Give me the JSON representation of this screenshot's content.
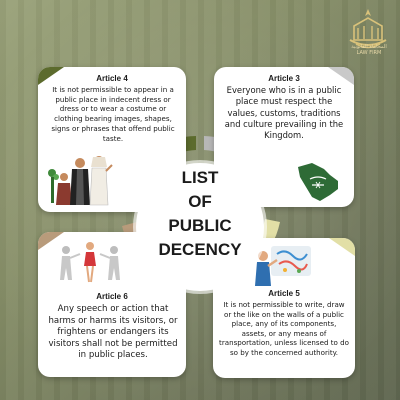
{
  "logo": {
    "name": "logo-icon",
    "arabic_text": "المحاماة القانونية",
    "latin_text": "LAW FIRM"
  },
  "center": {
    "title_lines": [
      "LIST",
      "OF",
      "PUBLIC",
      "DECENCY"
    ]
  },
  "articles": {
    "a4": {
      "title": "Article 4",
      "text": "It is not permissible to appear in a public place in indecent dress or dress or to wear a costume or clothing bearing images, shapes, signs or phrases that offend public taste.",
      "illustration": "people-in-traditional-dress-icon"
    },
    "a3": {
      "title": "Article 3",
      "text": "Everyone who is in a public place must respect the values, customs, traditions and culture prevailing in the Kingdom.",
      "illustration": "saudi-map-icon"
    },
    "a6": {
      "title": "Article 6",
      "text": "Any speech or action that harms or harms its visitors, or frightens or endangers its visitors shall not be permitted in public places.",
      "illustration": "harassment-scene-icon"
    },
    "a5": {
      "title": "Article 5",
      "text": "It is not permissible to write, draw or the like on the walls of a public place, any of its components, assets, or any means of transportation, unless licensed to do so by the concerned authority.",
      "illustration": "graffiti-wall-icon"
    }
  },
  "colors": {
    "background": "#878f68",
    "ring_olive": "#5c6b2d",
    "ring_gray": "#b7b7b7",
    "ring_brown": "#b89b7b",
    "ring_cream": "#e2dfa6",
    "map_green": "#2e6b36"
  }
}
